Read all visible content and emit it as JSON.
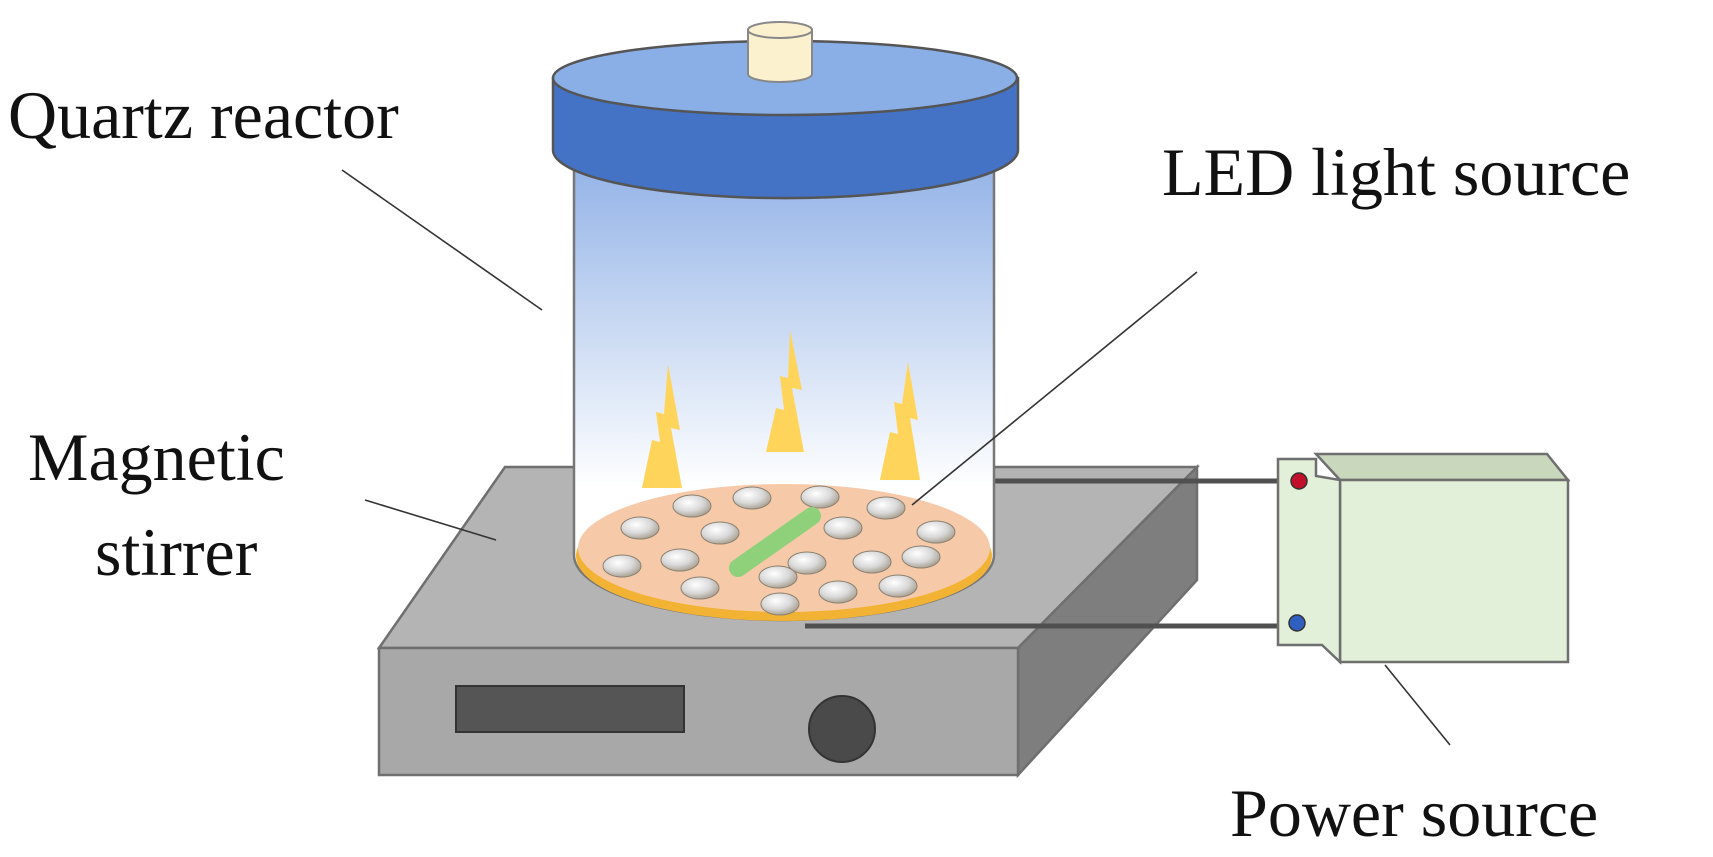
{
  "labels": {
    "quartz_reactor": "Quartz reactor",
    "led_light_source": "LED light source",
    "magnetic_line1": "Magnetic",
    "magnetic_line2": "stirrer",
    "power_source": "Power source"
  },
  "colors": {
    "lid_top": "#8aaee6",
    "lid_band": "#4472c4",
    "cap": "#fbf1cf",
    "vessel_top": "#8fb0e6",
    "vessel_bottom": "#ffffff",
    "flame": "#ffd45a",
    "led_plate": "#f6c9a8",
    "plate_rim": "#f2b233",
    "stir_bar": "#8fd07a",
    "stirrer_top": "#b4b4b4",
    "stirrer_front": "#a8a8a8",
    "stirrer_side": "#7e7e7e",
    "display": "#555555",
    "knob": "#4a4a4a",
    "power_front": "#e2efd9",
    "power_top": "#c9d8bd",
    "wire": "#505050",
    "terminal_positive": "#c0102a",
    "terminal_negative": "#2f5fbf"
  }
}
